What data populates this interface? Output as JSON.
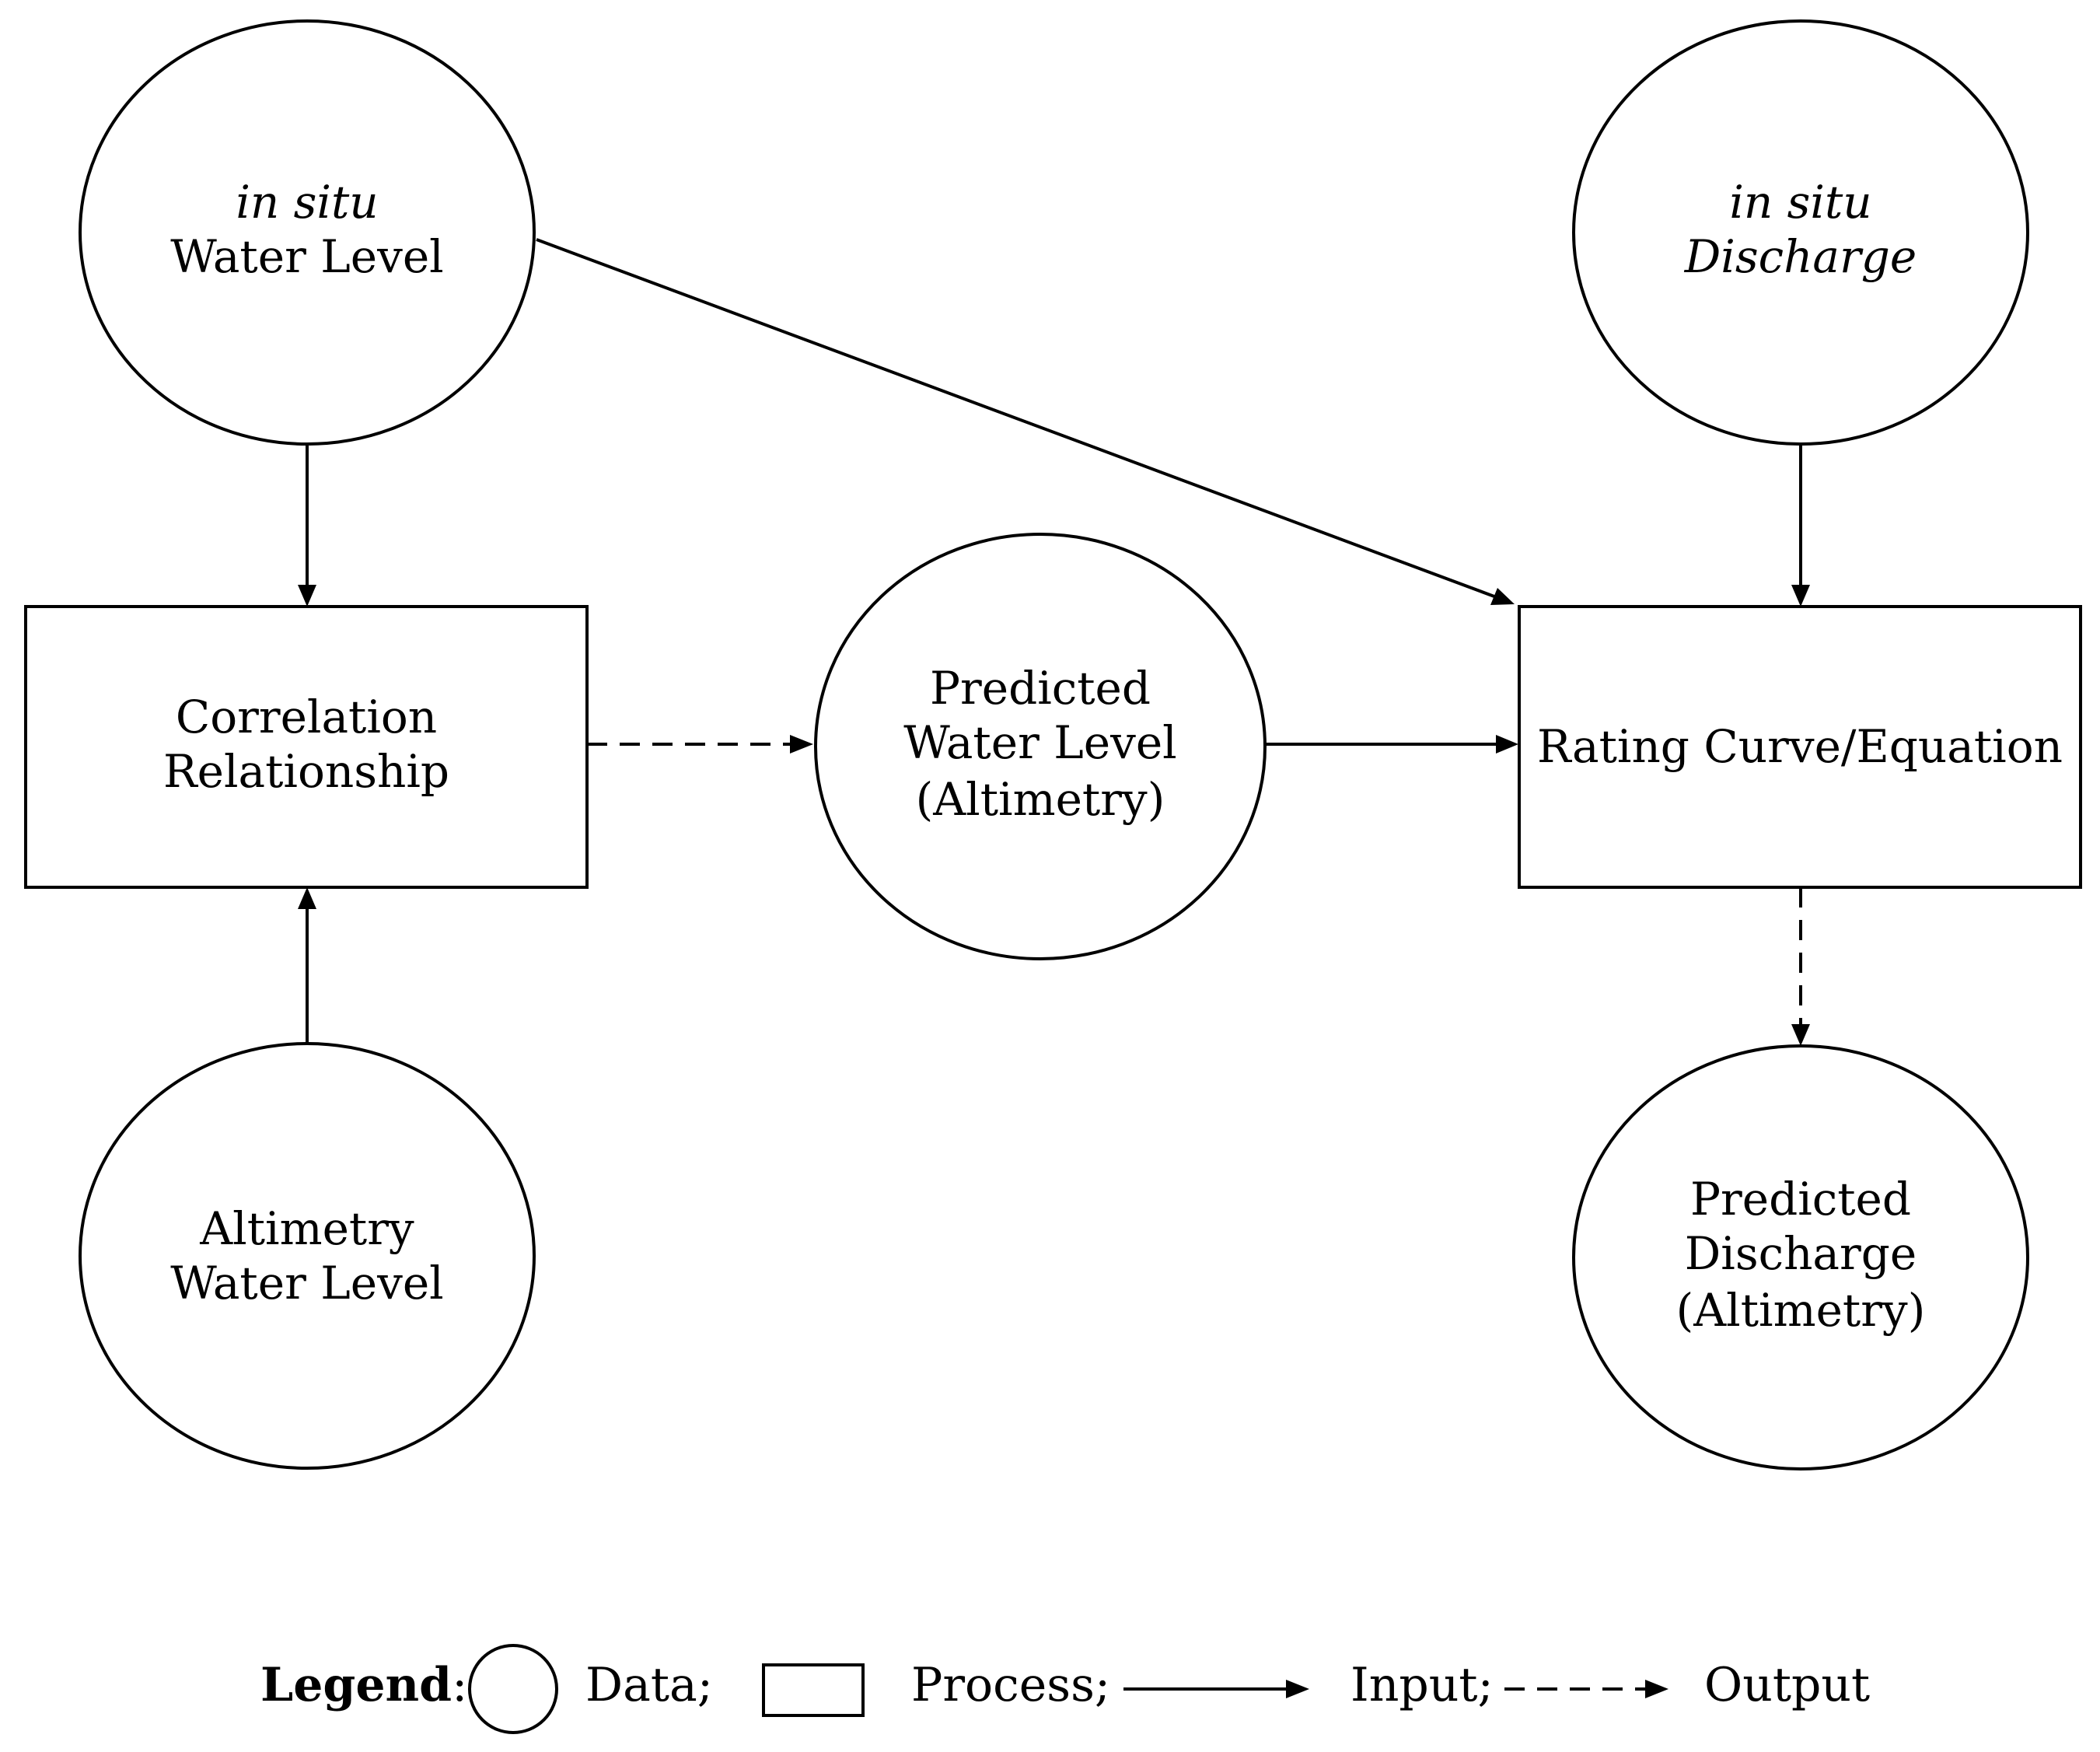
{
  "nodes": {
    "insitu_water_level": {
      "line1": "in situ",
      "line2": "Water Level"
    },
    "insitu_discharge": {
      "line1": "in situ",
      "line2": "Discharge"
    },
    "correlation": {
      "line1": "Correlation",
      "line2": "Relationship"
    },
    "predicted_water_level": {
      "line1": "Predicted",
      "line2": "Water Level",
      "line3": "(Altimetry)"
    },
    "rating_curve": {
      "line1": "Rating Curve/Equation"
    },
    "altimetry_water_level": {
      "line1": "Altimetry",
      "line2": "Water Level"
    },
    "predicted_discharge": {
      "line1": "Predicted",
      "line2": "Discharge",
      "line3": "(Altimetry)"
    }
  },
  "legend": {
    "title": "Legend",
    "colon": ":",
    "data_label": "Data;",
    "process_label": "Process;",
    "input_label": "Input;",
    "output_label": "Output"
  },
  "colors": {
    "stroke": "#000000",
    "background": "#ffffff"
  }
}
